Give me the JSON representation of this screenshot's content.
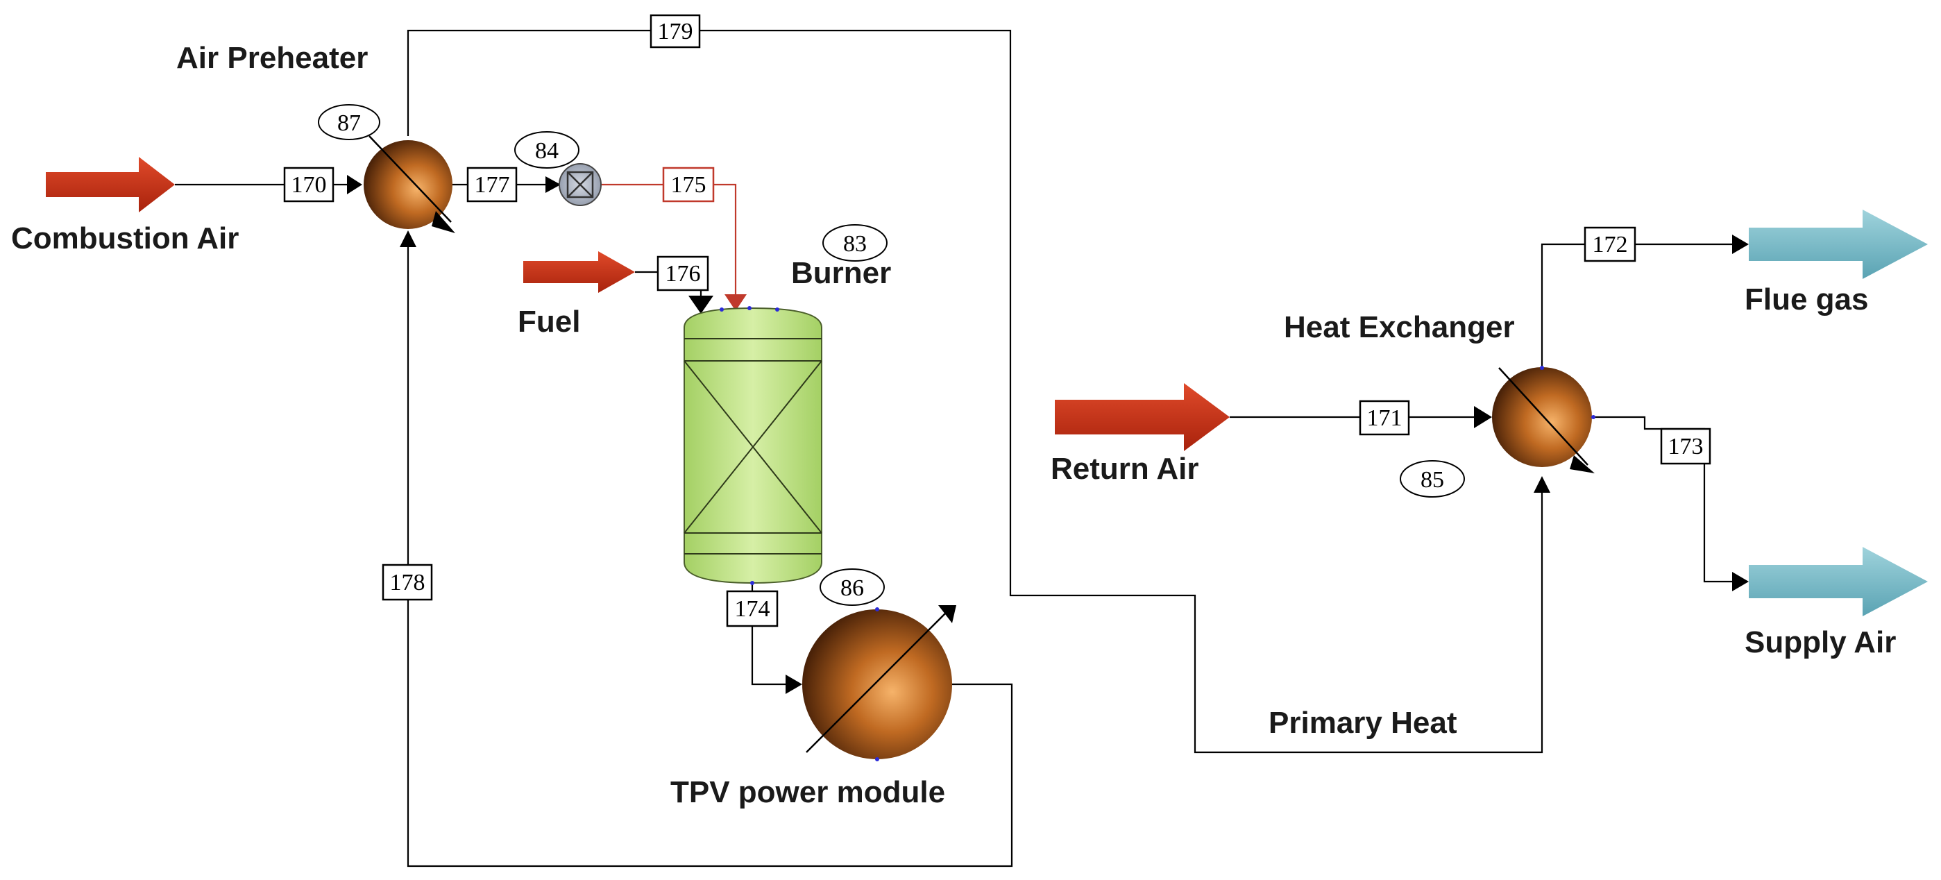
{
  "labels": {
    "air_preheater": "Air Preheater",
    "combustion_air": "Combustion Air",
    "fuel": "Fuel",
    "burner": "Burner",
    "tpv_power_module": "TPV power module",
    "return_air": "Return Air",
    "heat_exchanger": "Heat Exchanger",
    "flue_gas": "Flue gas",
    "supply_air": "Supply Air",
    "primary_heat": "Primary Heat"
  },
  "streams": {
    "s170": "170",
    "s171": "171",
    "s172": "172",
    "s173": "173",
    "s174": "174",
    "s175": "175",
    "s176": "176",
    "s177": "177",
    "s178": "178",
    "s179": "179"
  },
  "units": {
    "u83": "83",
    "u84": "84",
    "u85": "85",
    "u86": "86",
    "u87": "87"
  },
  "colors": {
    "inlet_arrow": "#c0311b",
    "outlet_arrow": "#6fb4c2",
    "heat_exchanger_sphere": "#b5651d",
    "burner_vessel": "#b8df7a",
    "hot_stream_line": "#c0392b"
  }
}
